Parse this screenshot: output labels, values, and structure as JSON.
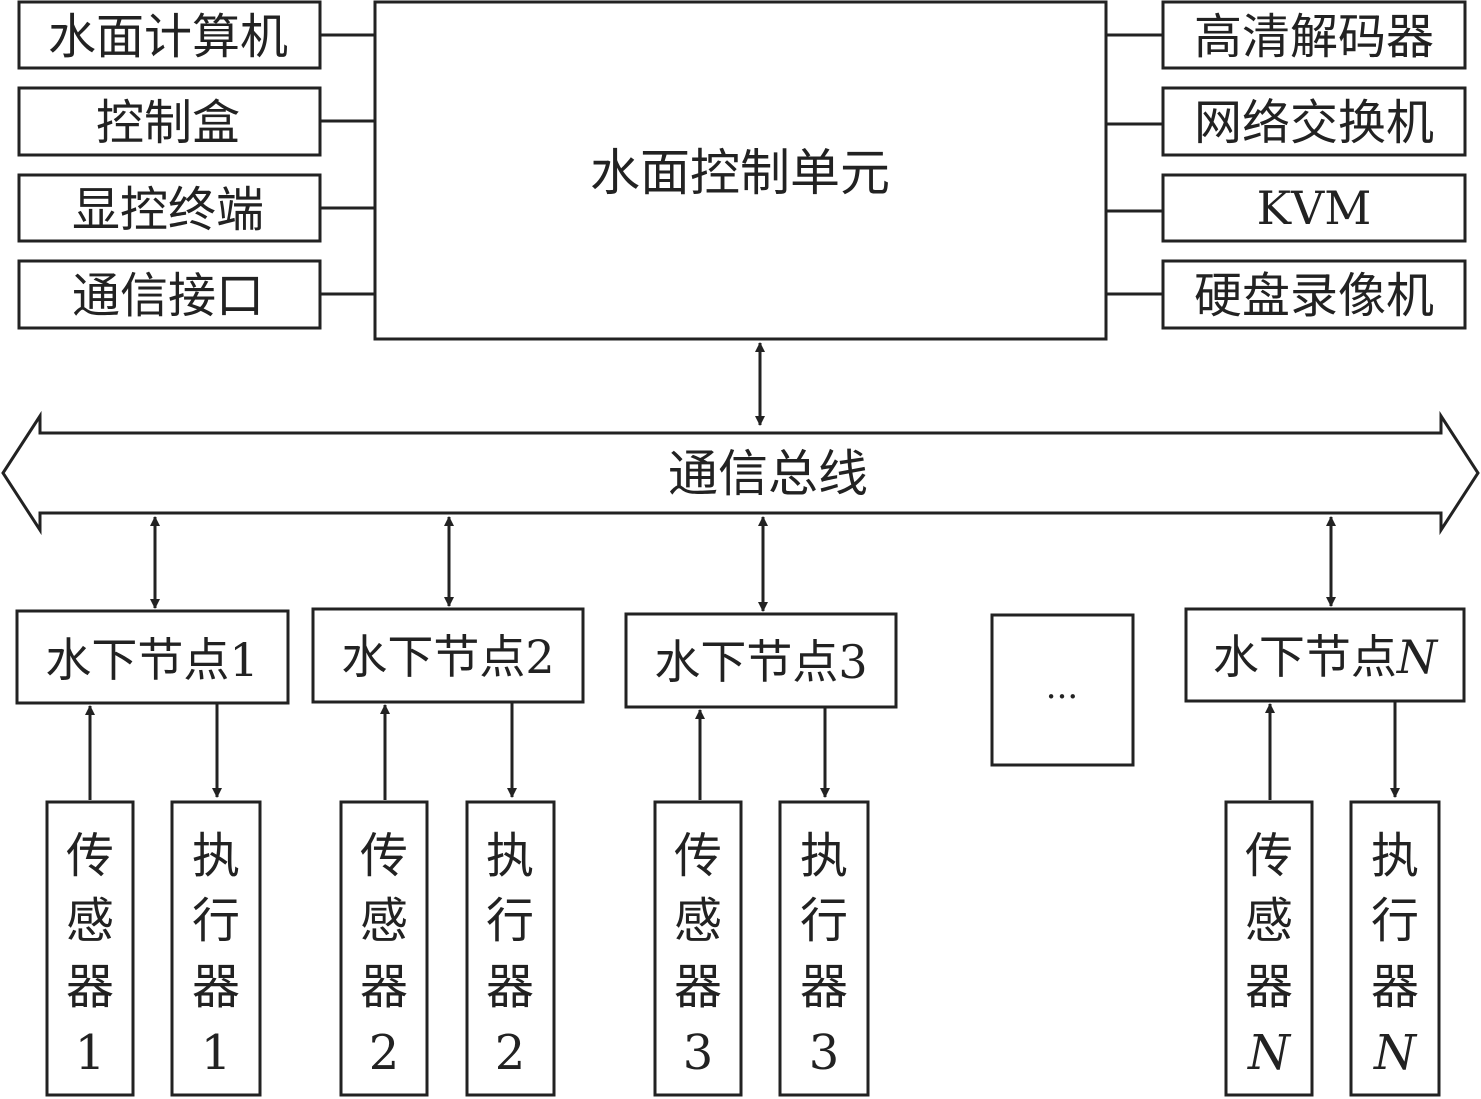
{
  "center_unit": {
    "label": "水面控制单元"
  },
  "left_modules": [
    {
      "label": "水面计算机"
    },
    {
      "label": "控制盒"
    },
    {
      "label": "显控终端"
    },
    {
      "label": "通信接口"
    }
  ],
  "right_modules": [
    {
      "label": "高清解码器"
    },
    {
      "label": "网络交换机"
    },
    {
      "label": "KVM"
    },
    {
      "label": "硬盘录像机"
    }
  ],
  "bus": {
    "label": "通信总线"
  },
  "ellipsis": {
    "label": "···"
  },
  "nodes": [
    {
      "prefix": "水下节点",
      "index": "1",
      "index_italic": false,
      "sensor": {
        "chars": [
          "传",
          "感",
          "器"
        ],
        "index": "1"
      },
      "actuator": {
        "chars": [
          "执",
          "行",
          "器"
        ],
        "index": "1"
      }
    },
    {
      "prefix": "水下节点",
      "index": "2",
      "index_italic": false,
      "sensor": {
        "chars": [
          "传",
          "感",
          "器"
        ],
        "index": "2"
      },
      "actuator": {
        "chars": [
          "执",
          "行",
          "器"
        ],
        "index": "2"
      }
    },
    {
      "prefix": "水下节点",
      "index": "3",
      "index_italic": false,
      "sensor": {
        "chars": [
          "传",
          "感",
          "器"
        ],
        "index": "3"
      },
      "actuator": {
        "chars": [
          "执",
          "行",
          "器"
        ],
        "index": "3"
      }
    },
    {
      "prefix": "水下节点",
      "index": "N",
      "index_italic": true,
      "sensor": {
        "chars": [
          "传",
          "感",
          "器"
        ],
        "index": "N"
      },
      "actuator": {
        "chars": [
          "执",
          "行",
          "器"
        ],
        "index": "N"
      }
    }
  ]
}
